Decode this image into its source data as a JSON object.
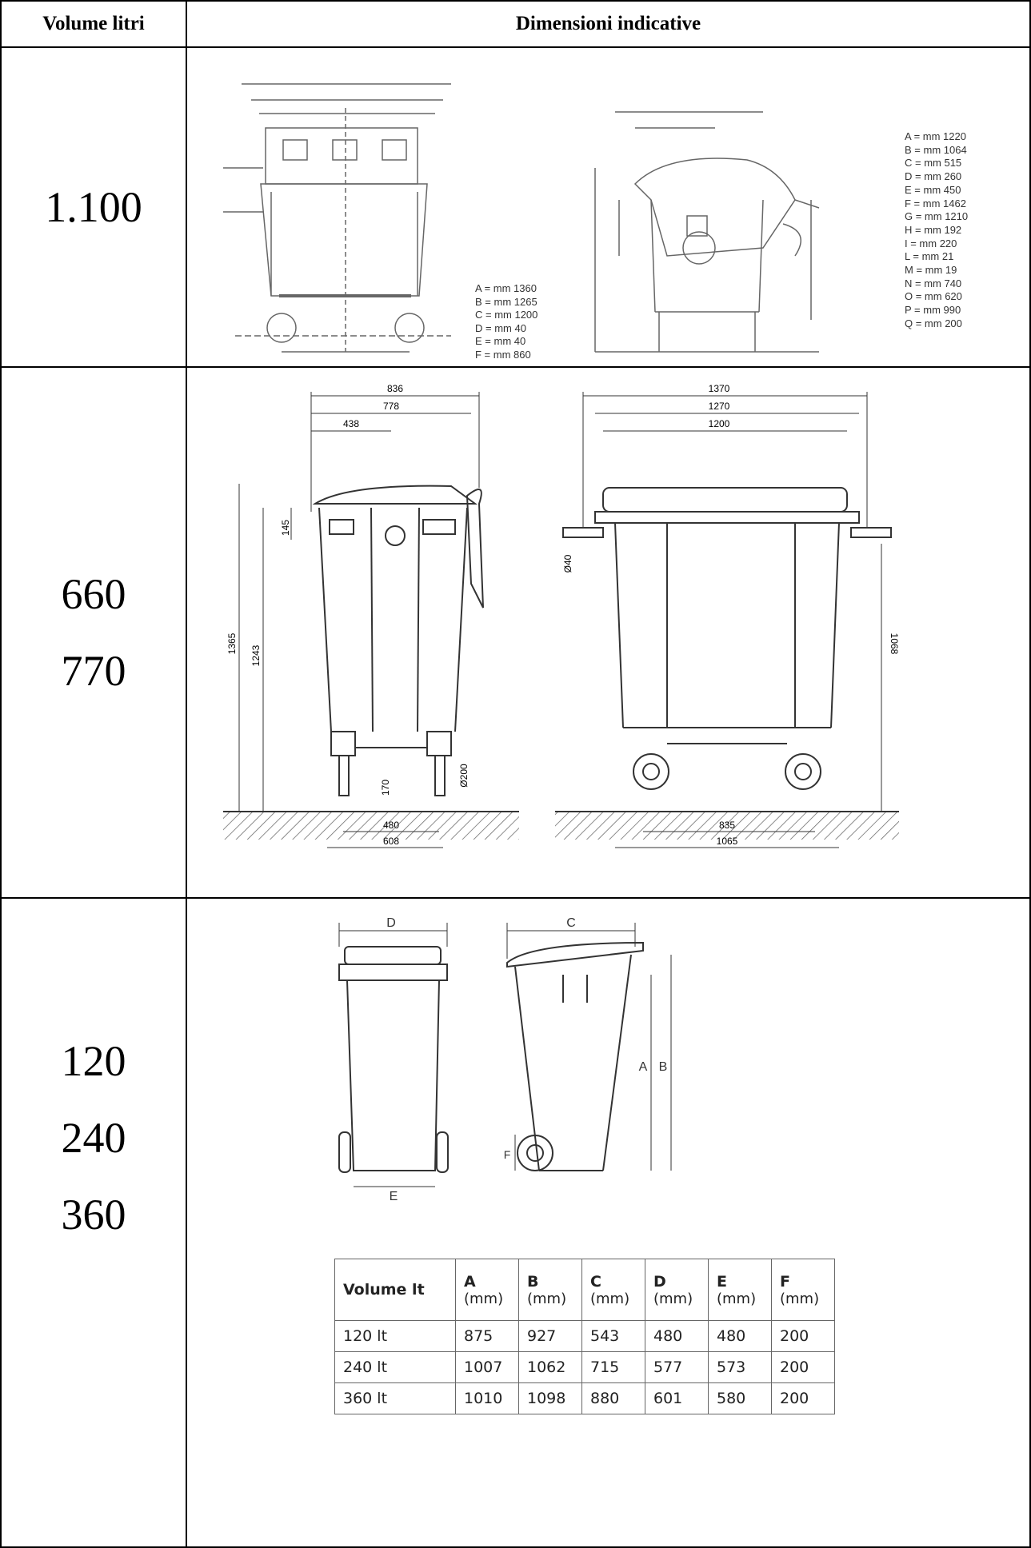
{
  "header": {
    "volume_col": "Volume litri",
    "dims_col": "Dimensioni indicative"
  },
  "rows": [
    {
      "volumes": [
        "1.100"
      ],
      "front_specs": [
        "A = mm 1360",
        "B = mm 1265",
        "C = mm 1200",
        "D = mm 40",
        "E = mm 40",
        "F = mm 860"
      ],
      "side_specs": [
        "A = mm 1220",
        "B = mm 1064",
        "C = mm 515",
        "D = mm 260",
        "E = mm 450",
        "F = mm 1462",
        "G = mm 1210",
        "H = mm 192",
        "I = mm 220",
        "L = mm 21",
        "M = mm 19",
        "N = mm 740",
        "O = mm 620",
        "P = mm 990",
        "Q = mm 200"
      ]
    },
    {
      "volumes": [
        "660",
        "770"
      ],
      "side_dims": [
        "836",
        "778",
        "438",
        "145",
        "1365",
        "1243",
        "170",
        "Ø200",
        "480",
        "608"
      ],
      "front_dims": [
        "1370",
        "1270",
        "1200",
        "Ø40",
        "1068",
        "835",
        "1065"
      ]
    },
    {
      "volumes": [
        "120",
        "240",
        "360"
      ],
      "diagram_labels": [
        "D",
        "C",
        "A",
        "B",
        "F",
        "E"
      ],
      "size_table": {
        "headers": [
          {
            "label": "Volume lt",
            "unit": ""
          },
          {
            "label": "A",
            "unit": "(mm)"
          },
          {
            "label": "B",
            "unit": "(mm)"
          },
          {
            "label": "C",
            "unit": "(mm)"
          },
          {
            "label": "D",
            "unit": "(mm)"
          },
          {
            "label": "E",
            "unit": "(mm)"
          },
          {
            "label": "F",
            "unit": "(mm)"
          }
        ],
        "rows": [
          [
            "120 lt",
            "875",
            "927",
            "543",
            "480",
            "480",
            "200"
          ],
          [
            "240 lt",
            "1007",
            "1062",
            "715",
            "577",
            "573",
            "200"
          ],
          [
            "360 lt",
            "1010",
            "1098",
            "880",
            "601",
            "580",
            "200"
          ]
        ]
      }
    }
  ]
}
